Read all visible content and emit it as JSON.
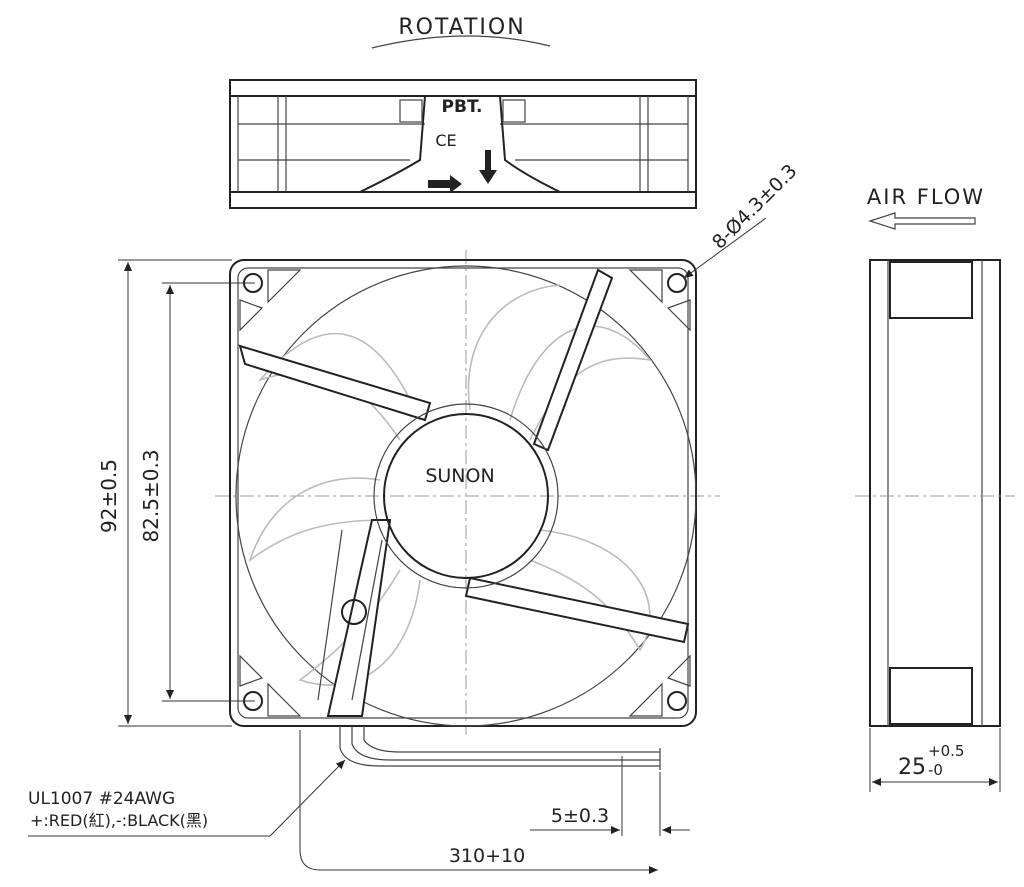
{
  "labels": {
    "rotation": "ROTATION",
    "air_flow": "AIR FLOW",
    "material": "PBT.",
    "ce_mark": "CE",
    "brand": "SUNON",
    "hole_spec": "8-Ø4.3±0.3",
    "overall_size": "92±0.5",
    "hole_spacing": "82.5±0.3",
    "depth_main": "25",
    "depth_tol_upper": "+0.5",
    "depth_tol_lower": "-0",
    "wire_spec": "UL1007  #24AWG",
    "wire_colors": "+:RED(紅),-:BLACK(黑)",
    "strip_length": "5±0.3",
    "lead_length": "310+10"
  },
  "colors": {
    "line": "#222222",
    "blade": "#bbbbbb",
    "centerline": "#999999"
  }
}
